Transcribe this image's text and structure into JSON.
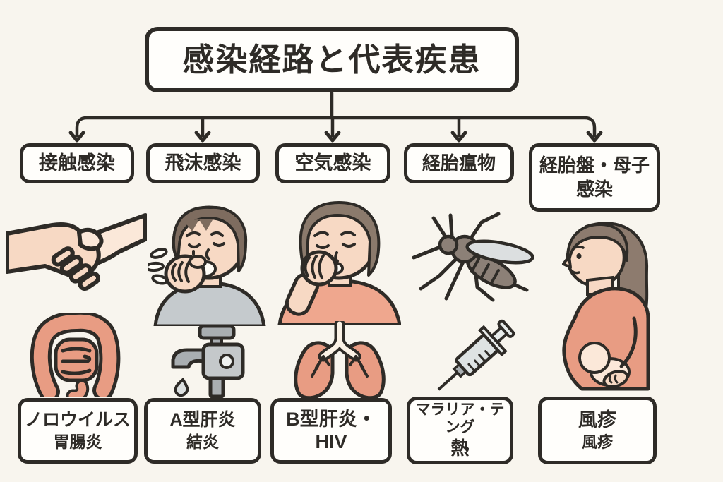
{
  "theme": {
    "background": "#F8F5EE",
    "ink": "#2E2B27",
    "box_background": "#FFFEFB",
    "salmon_accent": "#E89C83",
    "skin_tone": "#F7D9C4"
  },
  "title": "感染経路と代表疾患",
  "columns": [
    {
      "category": "接触感染",
      "icons": [
        "handshake-icon",
        "intestine-icon"
      ],
      "diseases": [
        "ノロウイルス",
        "胃腸炎"
      ]
    },
    {
      "category": "飛沫感染",
      "icons": [
        "coughing-boy-icon",
        "faucet-icon"
      ],
      "diseases": [
        "A型肝炎",
        "結炎"
      ]
    },
    {
      "category": "空気感染",
      "icons": [
        "covering-mouth-woman-icon",
        "lungs-icon"
      ],
      "diseases": [
        "B型肝炎・HIV"
      ]
    },
    {
      "category": "経胎瘟物",
      "icons": [
        "mosquito-icon",
        "syringe-icon"
      ],
      "diseases": [
        "マラリア・テング",
        "熱"
      ]
    },
    {
      "category": "経胎盤・母子",
      "category_line2": "感染",
      "icons": [
        "pregnant-woman-icon"
      ],
      "diseases": [
        "風疹",
        "風疹"
      ]
    }
  ]
}
